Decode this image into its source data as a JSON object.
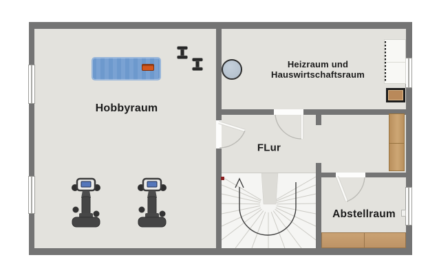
{
  "plan_title": "",
  "rooms": {
    "hobbyraum": {
      "label": "Hobbyraum"
    },
    "heizraum": {
      "line1": "Heizraum und",
      "line2": "Hauswirtschaftsraum"
    },
    "flur": {
      "label": "FLur"
    },
    "abstellraum": {
      "label": "Abstellraum"
    }
  },
  "objects": {
    "hobbyraum": [
      "pool-table",
      "orange-tray",
      "dumbbell",
      "dumbbell",
      "exercise-machine",
      "exercise-machine"
    ],
    "heizraum": [
      "boiler",
      "white-cabinet",
      "washing-machine"
    ],
    "flur": [
      "wardrobe",
      "door-to-heizraum",
      "door-to-hobbyraum"
    ],
    "abstellraum": [
      "shelf",
      "door-to-flur",
      "window-handle"
    ],
    "stairs": [
      "winder-staircase",
      "up-arrow",
      "entry-marker"
    ]
  },
  "colors": {
    "wall": "#747474",
    "floor": "#e3e2dd",
    "stair-floor": "#f5f5f3",
    "step-line": "#cbcac4",
    "walkline": "#3c3c3c",
    "door-arc": "#b8b7b2",
    "table-blue": "#6d99cd",
    "accent-orange": "#d4571d",
    "wood": "#c49c68",
    "boiler-gray": "#b0bdca",
    "equipment-dark": "#454545",
    "screen-blue": "#5577bb",
    "marker-red": "#8b2121"
  }
}
